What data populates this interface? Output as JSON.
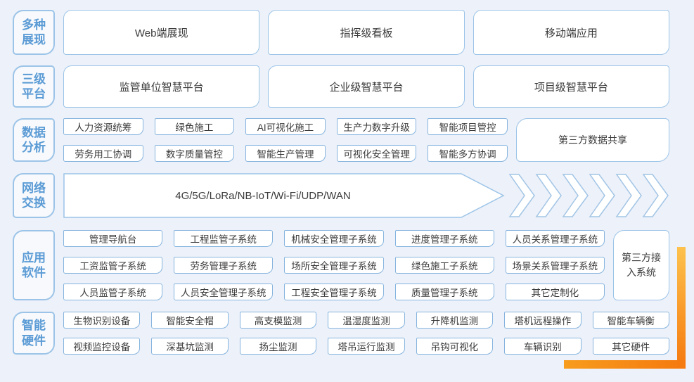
{
  "colors": {
    "background": "#edf1f9",
    "box_border": "#9cc4e8",
    "chip_border": "#86b4de",
    "label_text": "#5b9bd5",
    "box_text": "#3b3b3b",
    "accent_orange_top": "#fdc24d",
    "accent_orange_bottom": "#f5790f"
  },
  "rows": {
    "display": {
      "label": "多种\n展现",
      "boxes": [
        "Web端展现",
        "指挥级看板",
        "移动端应用"
      ]
    },
    "platform": {
      "label": "三级\n平台",
      "boxes": [
        "监管单位智慧平台",
        "企业级智慧平台",
        "项目级智慧平台"
      ]
    },
    "analysis": {
      "label": "数据\n分析",
      "chips_row1": [
        "人力资源统筹",
        "绿色施工",
        "AI可视化施工",
        "生产力数字升级",
        "智能项目管控"
      ],
      "chips_row2": [
        "劳务用工协调",
        "数字质量管控",
        "智能生产管理",
        "可视化安全管理",
        "智能多方协调"
      ],
      "side_box": "第三方数据共享"
    },
    "network": {
      "label": "网络\n交换",
      "arrow_text": "4G/5G/LoRa/NB-IoT/Wi-Fi/UDP/WAN",
      "chevron_count": 6
    },
    "software": {
      "label": "应用\n软件",
      "chips_row1": [
        "管理导航台",
        "工程监管子系统",
        "机械安全管理子系统",
        "进度管理子系统",
        "人员关系管理子系统"
      ],
      "chips_row2": [
        "工资监管子系统",
        "劳务管理子系统",
        "场所安全管理子系统",
        "绿色施工子系统",
        "场景关系管理子系统"
      ],
      "chips_row3": [
        "人员监管子系统",
        "人员安全管理子系统",
        "工程安全管理子系统",
        "质量管理子系统",
        "其它定制化"
      ],
      "side_box": "第三方接入系统"
    },
    "hardware": {
      "label": "智能\n硬件",
      "chips_row1": [
        "生物识别设备",
        "智能安全帽",
        "高支模监测",
        "温湿度监测",
        "升降机监测",
        "塔机远程操作",
        "智能车辆衡"
      ],
      "chips_row2": [
        "视频监控设备",
        "深基坑监测",
        "扬尘监测",
        "塔吊运行监测",
        "吊钩可视化",
        "车辆识别",
        "其它硬件"
      ]
    }
  }
}
